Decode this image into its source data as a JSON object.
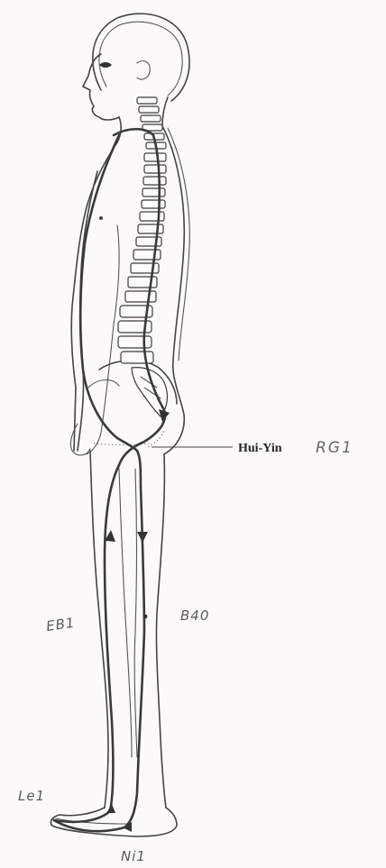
{
  "figure": {
    "labels": {
      "hui_yin": "Hui-Yin",
      "rg1": "RG1",
      "eb1": "EB1",
      "b40": "B40",
      "le1": "Le1",
      "ni1": "Ni1"
    }
  },
  "colors": {
    "background": "#fbfaf6",
    "ink": "#3a3a3a",
    "handwriting": "#5a5a5a"
  }
}
